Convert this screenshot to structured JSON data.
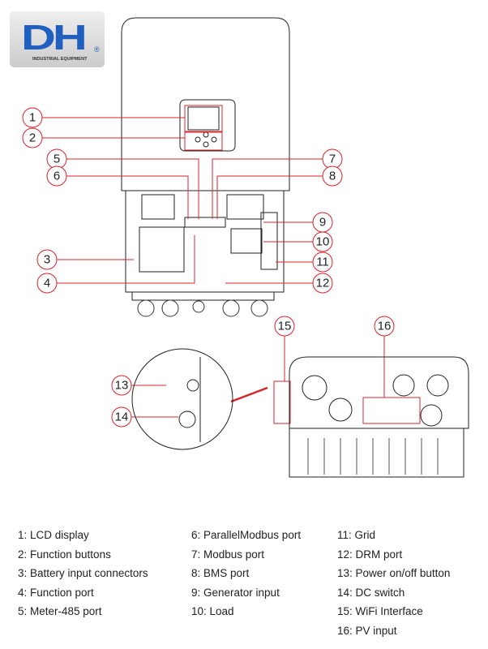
{
  "logo": {
    "text": "DH",
    "subtitle": "INDUSTRIAL EQUIPMENT",
    "mark": "®"
  },
  "accent": "#d9232a",
  "callouts": [
    "1",
    "2",
    "3",
    "4",
    "5",
    "6",
    "7",
    "8",
    "9",
    "10",
    "11",
    "12",
    "13",
    "14",
    "15",
    "16"
  ],
  "legend": {
    "col1": [
      "1: LCD display",
      "2: Function buttons",
      "3: Battery input connectors",
      "4: Function port",
      "5: Meter-485 port"
    ],
    "col2": [
      "6: ParallelModbus port",
      "7: Modbus port",
      "8: BMS port",
      "9: Generator input",
      "10: Load"
    ],
    "col3": [
      "11: Grid",
      "12: DRM port",
      "13: Power on/off button",
      "14: DC switch",
      "15: WiFi Interface",
      "16: PV input"
    ]
  }
}
